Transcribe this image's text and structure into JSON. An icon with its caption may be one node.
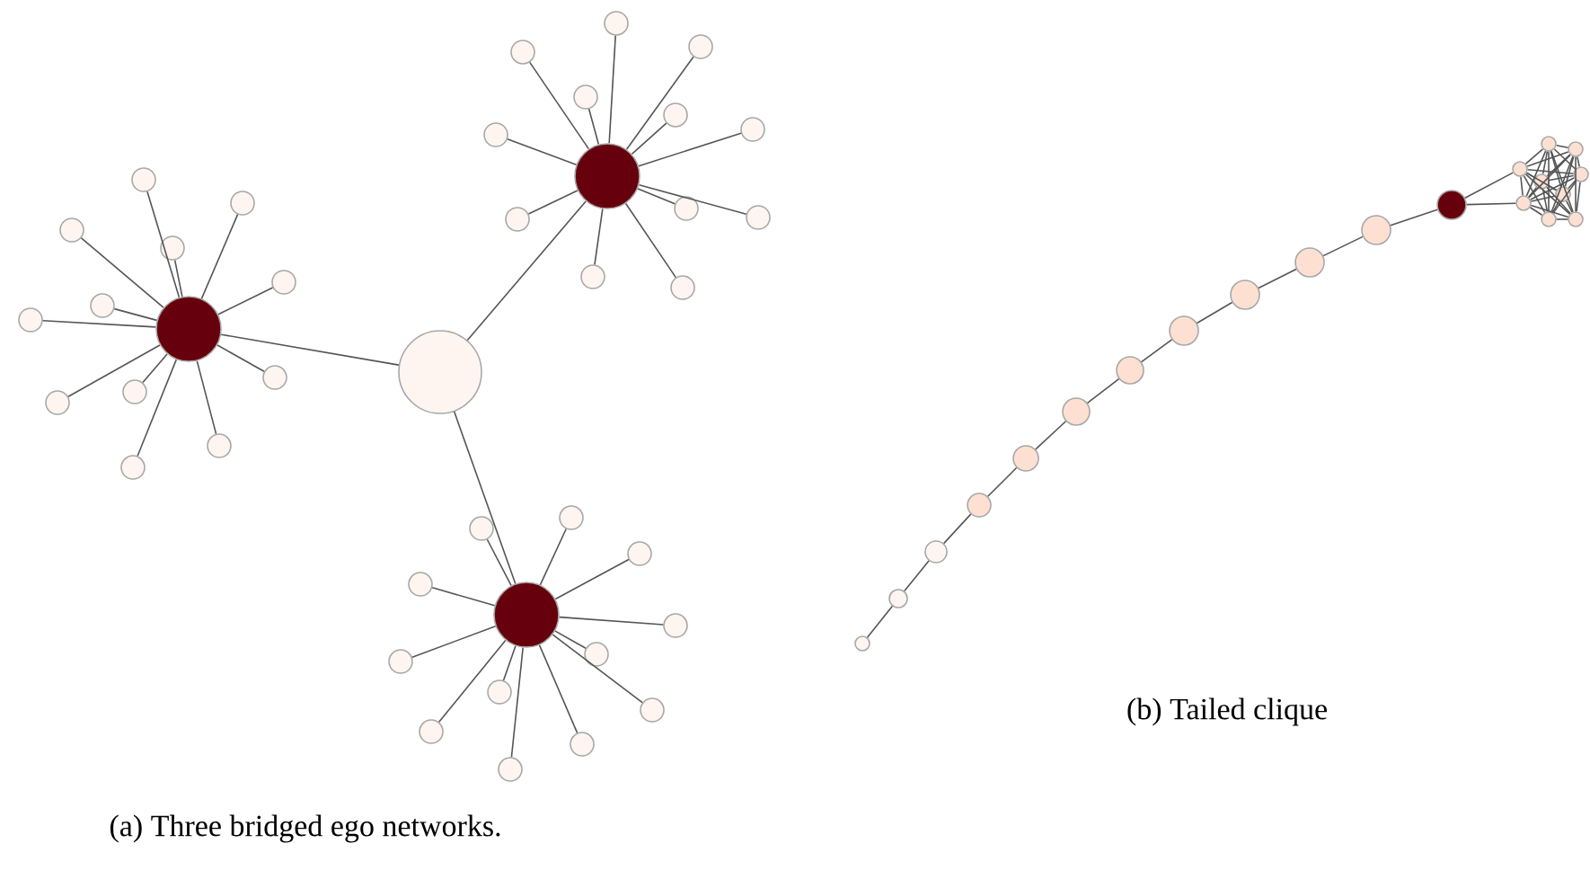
{
  "diagram": {
    "nodes": [
      {
        "text": [],
        "shape": "circle"
      },
      {
        "text": [],
        "shape": "circle"
      },
      {
        "text": [],
        "shape": "circle"
      },
      {
        "text": [],
        "shape": "circle"
      },
      {
        "text": [],
        "shape": "circle"
      },
      {
        "text": [],
        "shape": "circle"
      },
      {
        "text": [],
        "shape": "circle"
      },
      {
        "text": [],
        "shape": "circle"
      },
      {
        "text": [],
        "shape": "circle"
      },
      {
        "text": [],
        "shape": "circle"
      },
      {
        "text": [],
        "shape": "circle"
      },
      {
        "text": [],
        "shape": "circle"
      },
      {
        "text": [],
        "shape": "circle"
      },
      {
        "text": [],
        "shape": "circle"
      },
      {
        "text": [],
        "shape": "circle"
      },
      {
        "text": [],
        "shape": "circle"
      },
      {
        "text": [],
        "shape": "circle"
      },
      {
        "text": [],
        "shape": "circle"
      },
      {
        "text": [],
        "shape": "circle"
      },
      {
        "text": [],
        "shape": "circle"
      },
      {
        "text": [],
        "shape": "circle"
      },
      {
        "text": [],
        "shape": "circle"
      },
      {
        "text": [],
        "shape": "circle"
      },
      {
        "text": [],
        "shape": "circle"
      },
      {
        "text": [],
        "shape": "circle"
      },
      {
        "text": [],
        "shape": "circle"
      },
      {
        "text": [],
        "shape": "circle"
      },
      {
        "text": [],
        "shape": "circle"
      },
      {
        "text": [],
        "shape": "circle"
      },
      {
        "text": [],
        "shape": "circle"
      },
      {
        "text": [],
        "shape": "circle"
      },
      {
        "text": [],
        "shape": "circle"
      },
      {
        "text": [],
        "shape": "circle"
      },
      {
        "text": [],
        "shape": "circle"
      },
      {
        "text": [],
        "shape": "circle"
      },
      {
        "text": [],
        "shape": "circle"
      },
      {
        "text": [],
        "shape": "circle"
      },
      {
        "text": [],
        "shape": "circle"
      },
      {
        "text": [],
        "shape": "circle"
      },
      {
        "text": [],
        "shape": "circle"
      },
      {
        "text": [],
        "shape": "circle"
      },
      {
        "text": [],
        "shape": "circle"
      },
      {
        "text": [],
        "shape": "circle"
      },
      {
        "text": [],
        "shape": "circle"
      },
      {
        "text": [],
        "shape": "circle"
      },
      {
        "text": [],
        "shape": "circle"
      },
      {
        "text": [],
        "shape": "circle"
      },
      {
        "text": [],
        "shape": "circle"
      },
      {
        "text": [],
        "shape": "circle"
      },
      {
        "text": [],
        "shape": "circle"
      },
      {
        "text": [],
        "shape": "circle"
      },
      {
        "text": [],
        "shape": "circle"
      },
      {
        "text": [],
        "shape": "circle"
      },
      {
        "text": [],
        "shape": "circle"
      },
      {
        "text": [],
        "shape": "circle"
      },
      {
        "text": [],
        "shape": "circle"
      },
      {
        "text": [],
        "shape": "circle"
      },
      {
        "text": [],
        "shape": "circle"
      },
      {
        "text": [],
        "shape": "circle"
      },
      {
        "text": [],
        "shape": "circle"
      },
      {
        "text": [],
        "shape": "circle"
      }
    ],
    "edges": [
      {
        "from": 0,
        "to": 1,
        "arrow": "none"
      },
      {
        "from": 0,
        "to": 2,
        "arrow": "none"
      },
      {
        "from": 0,
        "to": 3,
        "arrow": "none"
      },
      {
        "from": 0,
        "to": 4,
        "arrow": "none"
      },
      {
        "from": 0,
        "to": 5,
        "arrow": "none"
      },
      {
        "from": 0,
        "to": 6,
        "arrow": "none"
      },
      {
        "from": 0,
        "to": 7,
        "arrow": "none"
      },
      {
        "from": 0,
        "to": 8,
        "arrow": "none"
      },
      {
        "from": 0,
        "to": 9,
        "arrow": "none"
      },
      {
        "from": 0,
        "to": 10,
        "arrow": "none"
      },
      {
        "from": 0,
        "to": 11,
        "arrow": "none"
      },
      {
        "from": 0,
        "to": 12,
        "arrow": "none"
      },
      {
        "from": 13,
        "to": 0,
        "arrow": "none"
      },
      {
        "from": 13,
        "to": 14,
        "arrow": "none"
      },
      {
        "from": 13,
        "to": 27,
        "arrow": "none"
      },
      {
        "from": 14,
        "to": 15,
        "arrow": "none"
      },
      {
        "from": 14,
        "to": 16,
        "arrow": "none"
      },
      {
        "from": 14,
        "to": 17,
        "arrow": "none"
      },
      {
        "from": 14,
        "to": 18,
        "arrow": "none"
      },
      {
        "from": 14,
        "to": 19,
        "arrow": "none"
      },
      {
        "from": 14,
        "to": 20,
        "arrow": "none"
      },
      {
        "from": 14,
        "to": 21,
        "arrow": "none"
      },
      {
        "from": 14,
        "to": 22,
        "arrow": "none"
      },
      {
        "from": 14,
        "to": 23,
        "arrow": "none"
      },
      {
        "from": 14,
        "to": 24,
        "arrow": "none"
      },
      {
        "from": 14,
        "to": 25,
        "arrow": "none"
      },
      {
        "from": 14,
        "to": 26,
        "arrow": "none"
      },
      {
        "from": 27,
        "to": 28,
        "arrow": "none"
      },
      {
        "from": 27,
        "to": 29,
        "arrow": "none"
      },
      {
        "from": 27,
        "to": 30,
        "arrow": "none"
      },
      {
        "from": 27,
        "to": 31,
        "arrow": "none"
      },
      {
        "from": 27,
        "to": 32,
        "arrow": "none"
      },
      {
        "from": 27,
        "to": 33,
        "arrow": "none"
      },
      {
        "from": 27,
        "to": 34,
        "arrow": "none"
      },
      {
        "from": 27,
        "to": 35,
        "arrow": "none"
      },
      {
        "from": 27,
        "to": 36,
        "arrow": "none"
      },
      {
        "from": 27,
        "to": 37,
        "arrow": "none"
      },
      {
        "from": 27,
        "to": 38,
        "arrow": "none"
      },
      {
        "from": 27,
        "to": 39,
        "arrow": "none"
      },
      {
        "from": 40,
        "to": 41,
        "arrow": "none"
      },
      {
        "from": 41,
        "to": 42,
        "arrow": "none"
      },
      {
        "from": 42,
        "to": 43,
        "arrow": "none"
      },
      {
        "from": 43,
        "to": 44,
        "arrow": "none"
      },
      {
        "from": 44,
        "to": 45,
        "arrow": "none"
      },
      {
        "from": 45,
        "to": 46,
        "arrow": "none"
      },
      {
        "from": 46,
        "to": 47,
        "arrow": "none"
      },
      {
        "from": 47,
        "to": 48,
        "arrow": "none"
      },
      {
        "from": 48,
        "to": 49,
        "arrow": "none"
      },
      {
        "from": 49,
        "to": 50,
        "arrow": "none"
      },
      {
        "from": 50,
        "to": 51,
        "arrow": "none"
      },
      {
        "from": 51,
        "to": 52,
        "arrow": "none"
      },
      {
        "from": 51,
        "to": 53,
        "arrow": "none"
      },
      {
        "from": 52,
        "to": 53,
        "arrow": "none"
      },
      {
        "from": 52,
        "to": 54,
        "arrow": "none"
      },
      {
        "from": 52,
        "to": 55,
        "arrow": "none"
      },
      {
        "from": 52,
        "to": 56,
        "arrow": "none"
      },
      {
        "from": 52,
        "to": 57,
        "arrow": "none"
      },
      {
        "from": 52,
        "to": 58,
        "arrow": "none"
      },
      {
        "from": 52,
        "to": 59,
        "arrow": "none"
      },
      {
        "from": 52,
        "to": 60,
        "arrow": "none"
      },
      {
        "from": 53,
        "to": 54,
        "arrow": "none"
      },
      {
        "from": 53,
        "to": 55,
        "arrow": "none"
      },
      {
        "from": 53,
        "to": 56,
        "arrow": "none"
      },
      {
        "from": 53,
        "to": 57,
        "arrow": "none"
      },
      {
        "from": 53,
        "to": 58,
        "arrow": "none"
      },
      {
        "from": 53,
        "to": 59,
        "arrow": "none"
      },
      {
        "from": 53,
        "to": 60,
        "arrow": "none"
      },
      {
        "from": 54,
        "to": 55,
        "arrow": "none"
      },
      {
        "from": 54,
        "to": 56,
        "arrow": "none"
      },
      {
        "from": 54,
        "to": 57,
        "arrow": "none"
      },
      {
        "from": 54,
        "to": 58,
        "arrow": "none"
      },
      {
        "from": 54,
        "to": 59,
        "arrow": "none"
      },
      {
        "from": 54,
        "to": 60,
        "arrow": "none"
      },
      {
        "from": 55,
        "to": 56,
        "arrow": "none"
      },
      {
        "from": 55,
        "to": 57,
        "arrow": "none"
      },
      {
        "from": 55,
        "to": 58,
        "arrow": "none"
      },
      {
        "from": 55,
        "to": 59,
        "arrow": "none"
      },
      {
        "from": 55,
        "to": 60,
        "arrow": "none"
      },
      {
        "from": 56,
        "to": 57,
        "arrow": "none"
      },
      {
        "from": 56,
        "to": 58,
        "arrow": "none"
      },
      {
        "from": 56,
        "to": 59,
        "arrow": "none"
      },
      {
        "from": 56,
        "to": 60,
        "arrow": "none"
      },
      {
        "from": 57,
        "to": 58,
        "arrow": "none"
      },
      {
        "from": 57,
        "to": 59,
        "arrow": "none"
      },
      {
        "from": 57,
        "to": 60,
        "arrow": "none"
      },
      {
        "from": 58,
        "to": 59,
        "arrow": "none"
      },
      {
        "from": 58,
        "to": 60,
        "arrow": "none"
      },
      {
        "from": 59,
        "to": 60,
        "arrow": "none"
      }
    ],
    "labels": [
      "(b) Tailed clique",
      "(a) Three bridged ego networks."
    ]
  }
}
